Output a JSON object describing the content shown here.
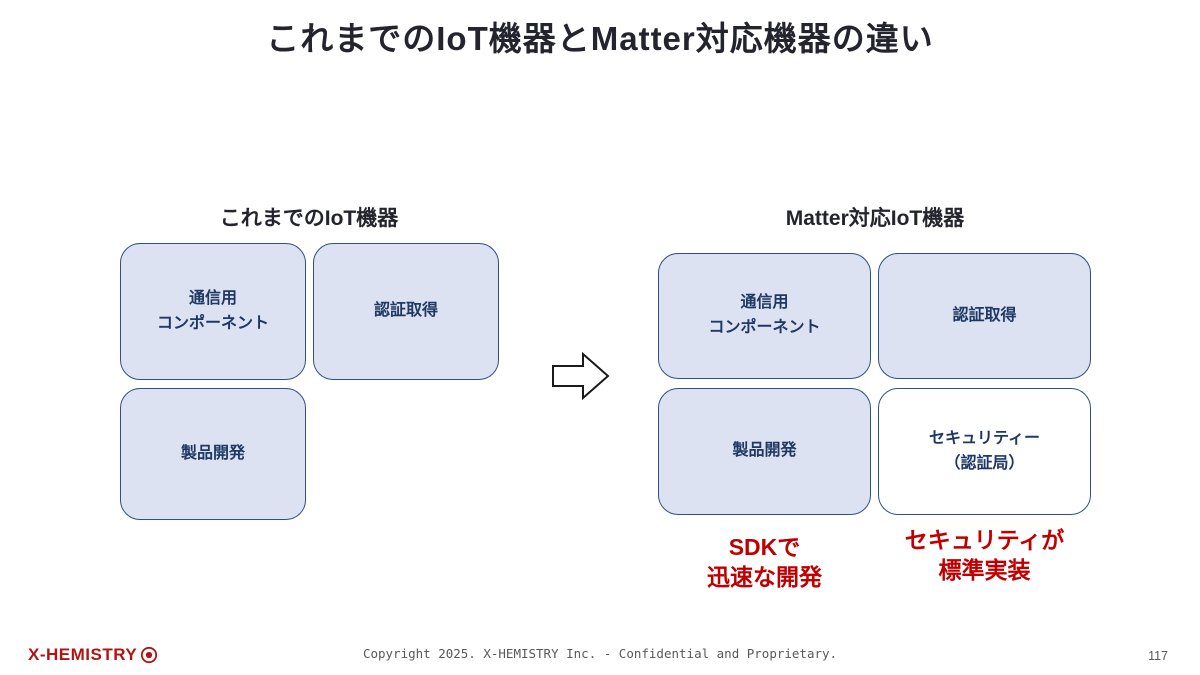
{
  "title": "これまでのIoT機器とMatter対応機器の違い",
  "left_group": {
    "heading": "これまでのIoT機器",
    "boxes": [
      {
        "label": "通信用\nコンポーネント"
      },
      {
        "label": "認証取得"
      },
      {
        "label": "製品開発"
      }
    ]
  },
  "right_group": {
    "heading": "Matter対応IoT機器",
    "boxes": [
      {
        "label": "通信用\nコンポーネント"
      },
      {
        "label": "認証取得"
      },
      {
        "label": "製品開発"
      },
      {
        "label": "セキュリティー\n（認証局）"
      }
    ],
    "callouts": [
      {
        "text": "SDKで\n迅速な開発"
      },
      {
        "text": "セキュリティが\n標準実装"
      }
    ]
  },
  "footer": {
    "logo": "X-HEMISTRY",
    "copyright": "Copyright 2025. X-HEMISTRY Inc. - Confidential and Proprietary.",
    "page_number": "117"
  },
  "colors": {
    "box_fill": "#dce2f1",
    "box_border": "#30517e",
    "box_text": "#1f3864",
    "accent_red": "#c00000",
    "logo_red": "#b01513",
    "footer_gray": "#595959",
    "title_color": "#24242e"
  }
}
